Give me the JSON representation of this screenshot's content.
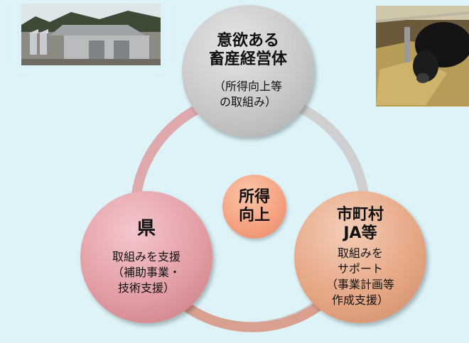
{
  "top": {
    "title": [
      "意欲ある",
      "畜産経営体"
    ],
    "sub": [
      "（所得向上等",
      "の取組み）"
    ]
  },
  "left": {
    "title": [
      "県"
    ],
    "sub": [
      "取組みを支援",
      "（補助事業・",
      "技術支援）"
    ]
  },
  "right": {
    "title": [
      "市町村",
      "JA等"
    ],
    "sub": [
      "取組みを",
      "サポート",
      "（事業計画等",
      "作成支援）"
    ]
  },
  "center": {
    "title": [
      "所得",
      "向上"
    ]
  },
  "colors": {
    "background": "#ddf3f8",
    "top_circle": "#c9c9c9",
    "left_circle": "#e39ea5",
    "right_circle": "#e6a886",
    "center_circle": "#f4a080"
  },
  "photos": [
    "barn-photo",
    "cattle-photo"
  ]
}
